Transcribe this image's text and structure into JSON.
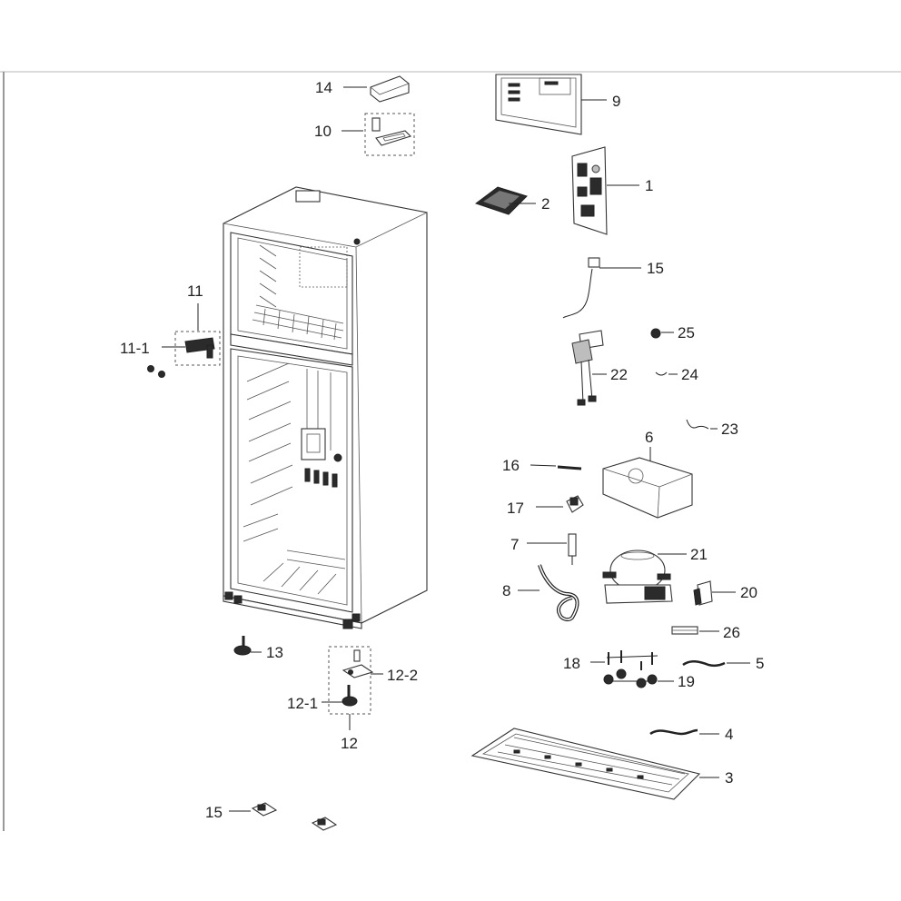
{
  "labels": {
    "p14": "14",
    "p10": "10",
    "p9": "9",
    "p1": "1",
    "p2": "2",
    "p15a": "15",
    "p11": "11",
    "p11_1": "11-1",
    "p25": "25",
    "p22": "22",
    "p24": "24",
    "p23": "23",
    "p6": "6",
    "p16": "16",
    "p17": "17",
    "p7": "7",
    "p21": "21",
    "p8": "8",
    "p20": "20",
    "p26": "26",
    "p13": "13",
    "p12_2": "12-2",
    "p12_1": "12-1",
    "p12": "12",
    "p18": "18",
    "p5": "5",
    "p19": "19",
    "p4": "4",
    "p3": "3",
    "p15b": "15"
  }
}
